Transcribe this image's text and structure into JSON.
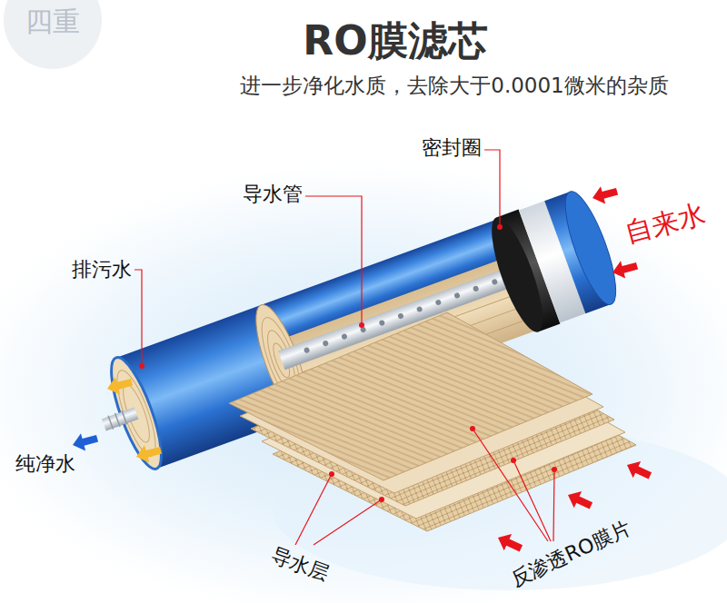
{
  "diagram": {
    "title": "RO膜滤芯",
    "labels": [
      "四重",
      "进一步净化水质，去除大于0.0001微米的杂质",
      "密封圈",
      "导水管",
      "自来水",
      "排污水",
      "纯净水",
      "导水层",
      "反渗透RO膜片"
    ]
  }
}
